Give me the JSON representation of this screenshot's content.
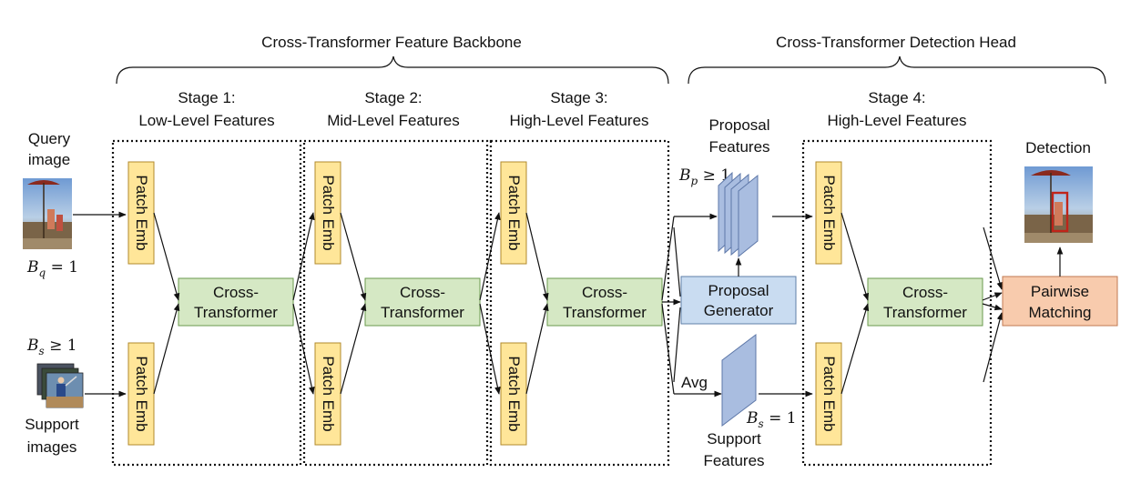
{
  "headers": {
    "backbone": "Cross-Transformer Feature Backbone",
    "head": "Cross-Transformer Detection Head"
  },
  "stages": [
    {
      "title": "Stage 1:",
      "subtitle": "Low-Level Features"
    },
    {
      "title": "Stage 2:",
      "subtitle": "Mid-Level Features"
    },
    {
      "title": "Stage 3:",
      "subtitle": "High-Level Features"
    },
    {
      "title": "Stage 4:",
      "subtitle": "High-Level Features"
    }
  ],
  "blocks": {
    "patch_emb": "Patch Emb",
    "cross_transformer_line1": "Cross-",
    "cross_transformer_line2": "Transformer",
    "proposal_generator_line1": "Proposal",
    "proposal_generator_line2": "Generator",
    "pairwise_matching_line1": "Pairwise",
    "pairwise_matching_line2": "Matching"
  },
  "inputs": {
    "query_line1": "Query",
    "query_line2": "image",
    "support_line1": "Support",
    "support_line2": "images",
    "bq_symbol": "B",
    "bq_sub": "q",
    "bq_rest": " = 1",
    "bs_symbol": "B",
    "bs_sub": "s",
    "bs_rest": " ≥ 1"
  },
  "features": {
    "proposal_line1": "Proposal",
    "proposal_line2": "Features",
    "bp_symbol": "B",
    "bp_sub": "p",
    "bp_rest": " ≥ 1",
    "support_line1": "Support",
    "support_line2": "Features",
    "bs1_symbol": "B",
    "bs1_sub": "s",
    "bs1_rest": " = 1",
    "avg_label": "Avg"
  },
  "output": {
    "detection_label": "Detection"
  },
  "colors": {
    "patch_emb": "#ffe699",
    "cross_transformer": "#d5e8c4",
    "proposal_generator": "#c9dcf1",
    "pairwise_matching": "#f8cbad",
    "feature_planes": "#a9bde0"
  }
}
